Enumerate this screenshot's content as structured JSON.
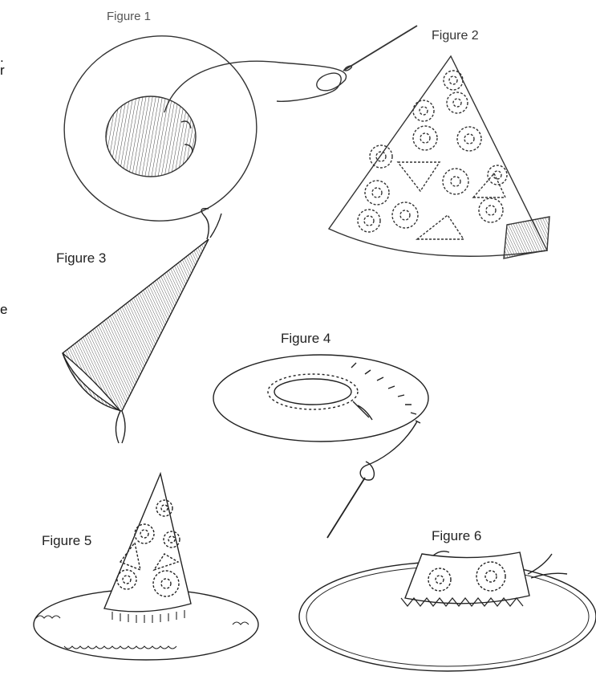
{
  "figures": [
    {
      "id": 1,
      "label": "Figure 1"
    },
    {
      "id": 2,
      "label": "Figure 2"
    },
    {
      "id": 3,
      "label": "Figure 3"
    },
    {
      "id": 4,
      "label": "Figure 4"
    },
    {
      "id": 5,
      "label": "Figure 5"
    },
    {
      "id": 6,
      "label": "Figure 6"
    }
  ],
  "edge_fragments": [
    ".",
    "r",
    "e"
  ],
  "colors": {
    "ink": "#222222",
    "paper": "#ffffff",
    "shade": "#888888"
  }
}
